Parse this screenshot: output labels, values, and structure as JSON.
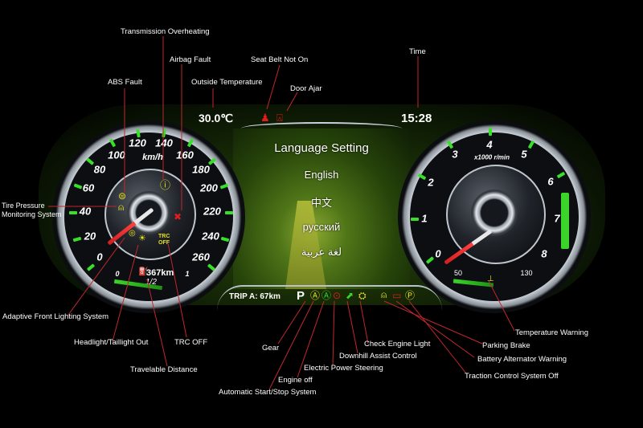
{
  "cluster": {
    "outside_temperature": "30.0℃",
    "time": "15:28",
    "trip": "TRIP A: 67km",
    "gear": "P",
    "range": "367km",
    "fuel_half": "1/2",
    "fuel_min": "0",
    "fuel_max": "1",
    "temp_min": "50",
    "temp_max": "130"
  },
  "speedometer": {
    "unit": "km/h",
    "labels": [
      "0",
      "20",
      "40",
      "60",
      "80",
      "100",
      "120",
      "140",
      "160",
      "180",
      "200",
      "220",
      "240",
      "260"
    ]
  },
  "tachometer": {
    "unit": "x1000 r/min",
    "labels": [
      "0",
      "1",
      "2",
      "3",
      "4",
      "5",
      "6",
      "7",
      "8"
    ]
  },
  "language_menu": {
    "title": "Language Setting",
    "options": [
      "English",
      "中文",
      "русский",
      "لغة عربية"
    ]
  },
  "callouts": {
    "transmission_overheating": "Transmission Overheating",
    "airbag_fault": "Airbag Fault",
    "abs_fault": "ABS Fault",
    "outside_temperature": "Outside Temperature",
    "seat_belt": "Seat Belt Not On",
    "door_ajar": "Door Ajar",
    "time": "Time",
    "tpms_1": "Tire Pressure",
    "tpms_2": "Monitoring System",
    "afls": "Adaptive Front Lighting System",
    "headlight": "Headlight/Taillight Out",
    "trc_off": "TRC OFF",
    "travelable": "Travelable Distance",
    "gear": "Gear",
    "auto_start_stop": "Automatic Start/Stop System",
    "engine_off": "Engine off",
    "eps": "Electric Power Steering",
    "downhill": "Downhill Assist Control",
    "check_engine": "Check Engine Light",
    "parking_brake": "Parking Brake",
    "battery": "Battery Alternator Warning",
    "traction_off": "Traction Control System Off",
    "temp_warning": "Temperature Warning"
  },
  "icons": {
    "trc_off_text": "TRC\nOFF"
  },
  "colors": {
    "accent_green": "#3ad42a",
    "warning_yellow": "#e6e01a",
    "warning_red": "#e21b1b",
    "callout_line": "#c0272d"
  }
}
